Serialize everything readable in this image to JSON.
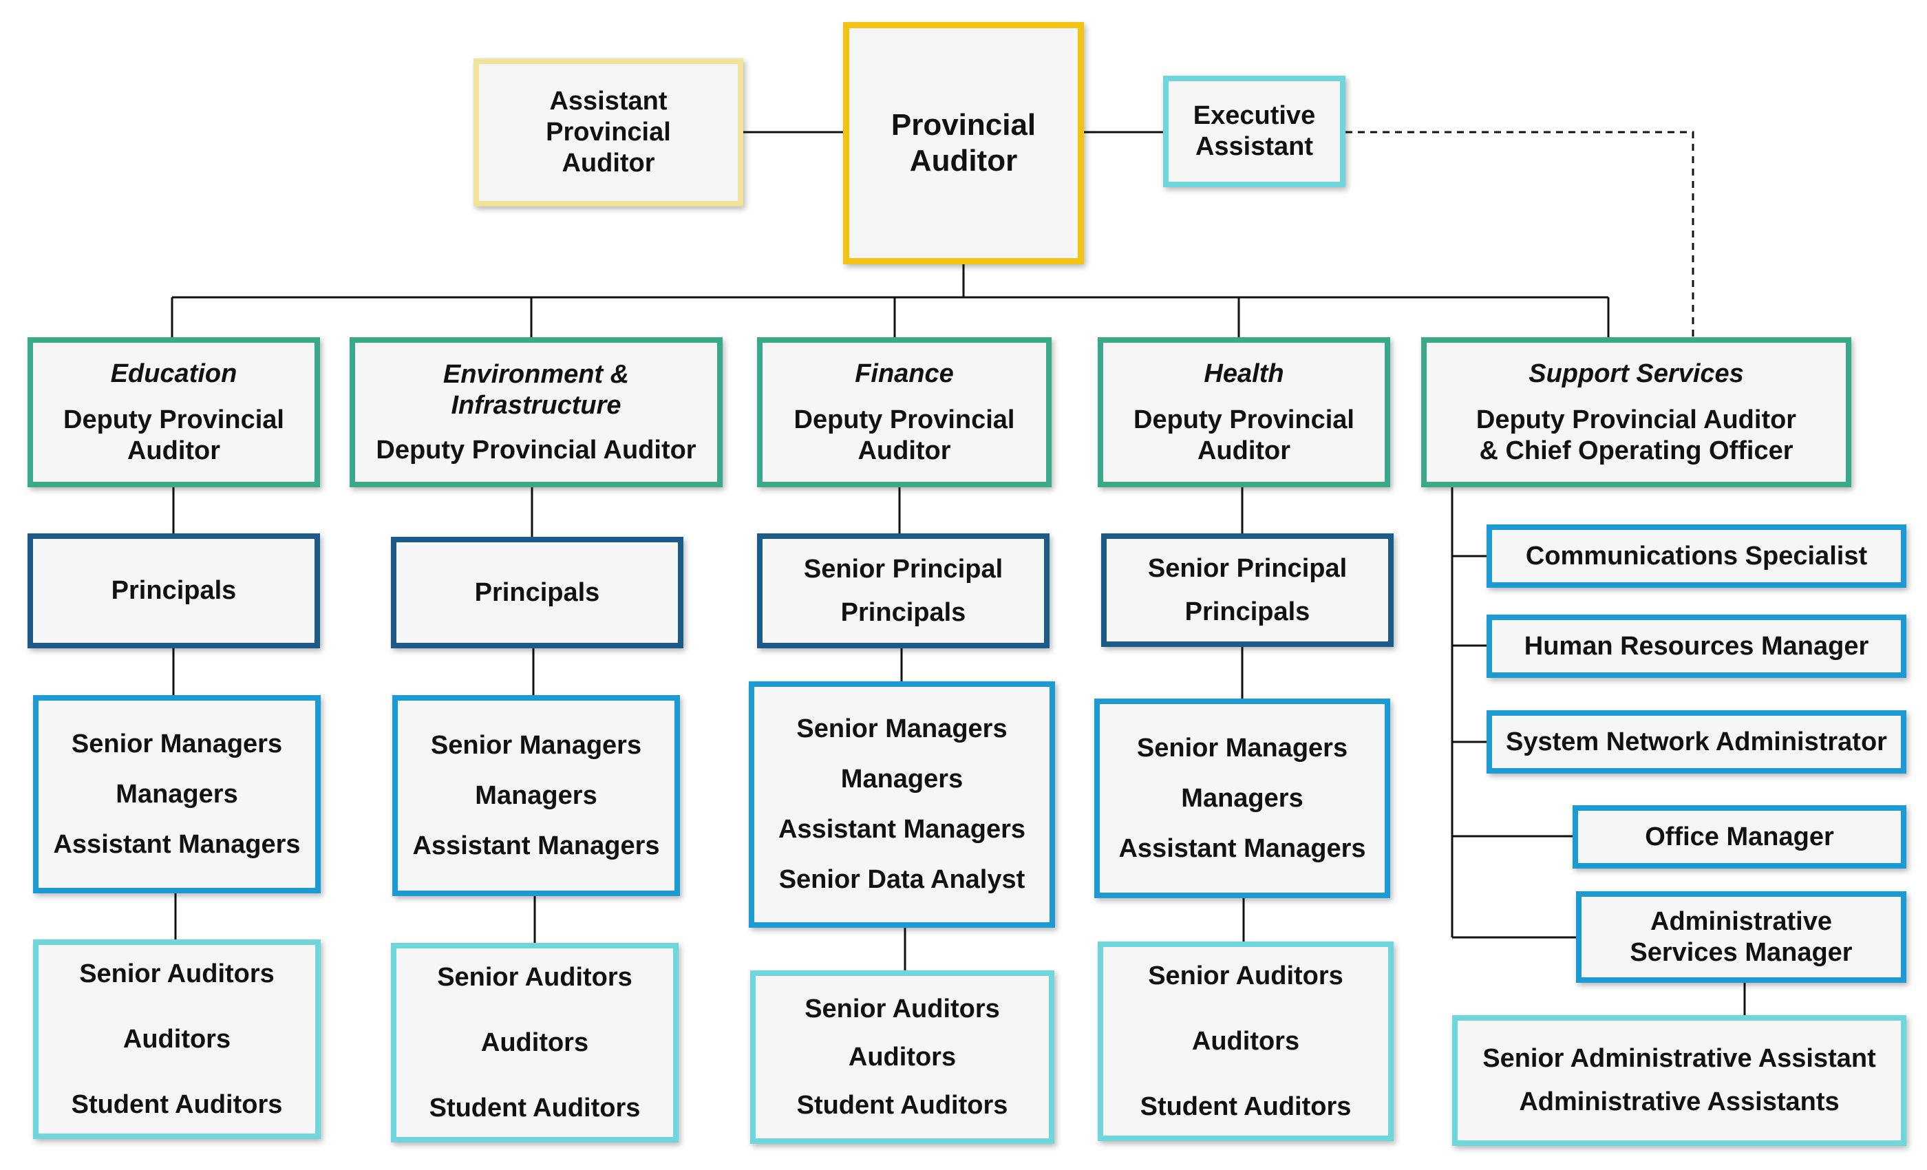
{
  "top": {
    "provincial_auditor": [
      "Provincial",
      "Auditor"
    ],
    "assistant_provincial_auditor": [
      "Assistant",
      "Provincial",
      "Auditor"
    ],
    "executive_assistant": [
      "Executive",
      "Assistant"
    ]
  },
  "divisions": [
    {
      "name": "Education",
      "head": [
        "Deputy Provincial",
        "Auditor"
      ],
      "principals": [
        "Principals"
      ],
      "managers": [
        "Senior Managers",
        "Managers",
        "Assistant Managers"
      ],
      "auditors": [
        "Senior Auditors",
        "Auditors",
        "Student Auditors"
      ]
    },
    {
      "name": [
        "Environment &",
        "Infrastructure"
      ],
      "head": [
        "Deputy Provincial Auditor"
      ],
      "principals": [
        "Principals"
      ],
      "managers": [
        "Senior Managers",
        "Managers",
        "Assistant Managers"
      ],
      "auditors": [
        "Senior Auditors",
        "Auditors",
        "Student Auditors"
      ]
    },
    {
      "name": "Finance",
      "head": [
        "Deputy Provincial",
        "Auditor"
      ],
      "principals": [
        "Senior Principal",
        "Principals"
      ],
      "managers": [
        "Senior Managers",
        "Managers",
        "Assistant Managers",
        "Senior Data Analyst"
      ],
      "auditors": [
        "Senior Auditors",
        "Auditors",
        "Student Auditors"
      ]
    },
    {
      "name": "Health",
      "head": [
        "Deputy Provincial",
        "Auditor"
      ],
      "principals": [
        "Senior Principal",
        "Principals"
      ],
      "managers": [
        "Senior Managers",
        "Managers",
        "Assistant Managers"
      ],
      "auditors": [
        "Senior Auditors",
        "Auditors",
        "Student Auditors"
      ]
    }
  ],
  "support": {
    "name": "Support Services",
    "head": [
      "Deputy Provincial Auditor",
      "& Chief Operating Officer"
    ],
    "roles": [
      "Communications Specialist",
      "Human Resources Manager",
      "System Network Administrator",
      "Office Manager",
      [
        "Administrative",
        "Services Manager"
      ]
    ],
    "admin_assistants": [
      "Senior Administrative Assistant",
      "Administrative Assistants"
    ]
  },
  "colors": {
    "gold": "#f3c314",
    "pale_gold": "#f1e29a",
    "teal": "#3aa987",
    "navy": "#1c5a8a",
    "blue": "#1c9ad4",
    "cyan": "#6fd6dc"
  }
}
